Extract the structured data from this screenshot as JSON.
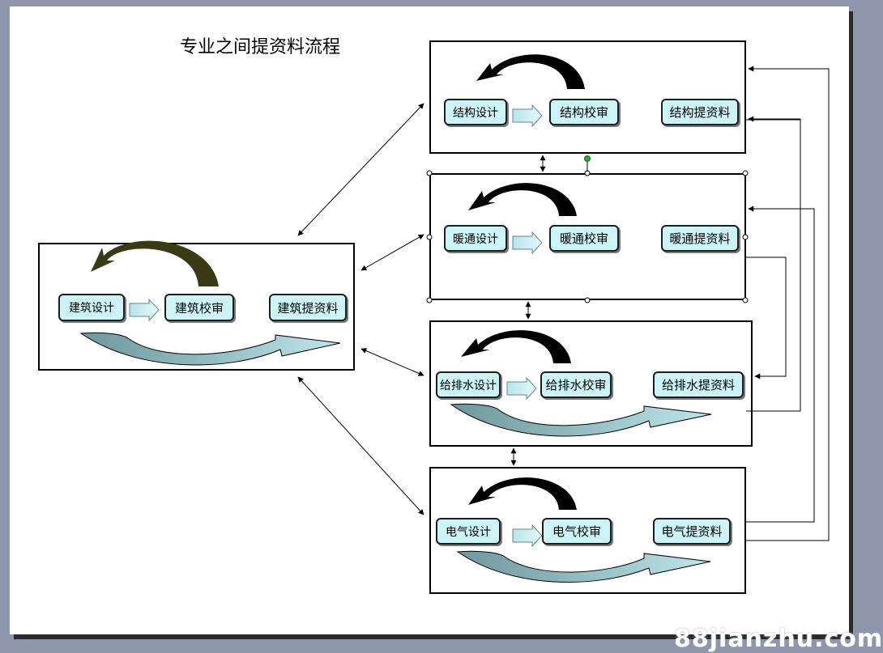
{
  "title": "专业之间提资料流程",
  "watermark": "88jianzhu.com",
  "colors": {
    "node_fill": "#ccf4f7",
    "node_border": "#1e1e1e",
    "arc_black": "#000000",
    "arc_olive": "#3a3a17",
    "swoosh_fill": "#a9d7dd",
    "swoosh_dark": "#71959b",
    "selection_handle": "#2faa2f"
  },
  "panels": {
    "architecture": {
      "design": "建筑设计",
      "review": "建筑校审",
      "provide": "建筑提资料"
    },
    "structure": {
      "design": "结构设计",
      "review": "结构校审",
      "provide": "结构提资料"
    },
    "hvac": {
      "design": "暖通设计",
      "review": "暖通校审",
      "provide": "暖通提资料"
    },
    "plumbing": {
      "design": "给排水设计",
      "review": "给排水校审",
      "provide": "给排水提资料"
    },
    "electrical": {
      "design": "电气设计",
      "review": "电气校审",
      "provide": "电气提资料"
    }
  }
}
